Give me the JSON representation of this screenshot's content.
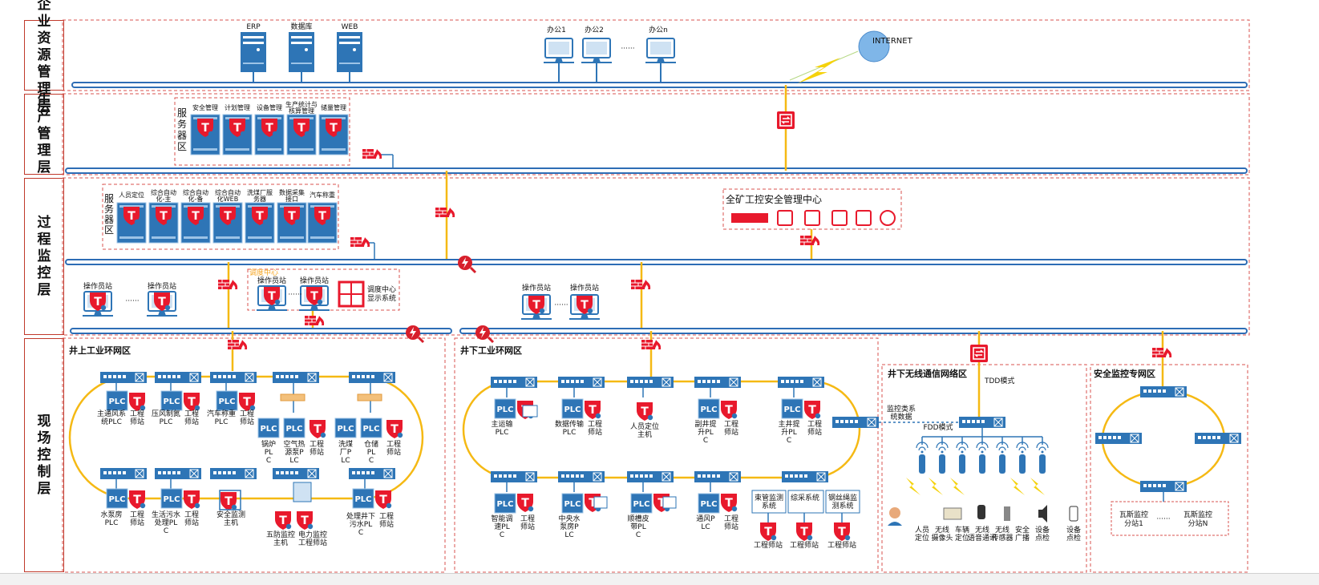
{
  "layers": [
    {
      "id": "enterprise",
      "label": "企业资源管理层"
    },
    {
      "id": "production",
      "label": "生产管理层"
    },
    {
      "id": "process",
      "label": "过程监控层"
    },
    {
      "id": "field",
      "label": "现场控制层"
    }
  ],
  "enterprise": {
    "servers": [
      "ERP",
      "数据库",
      "WEB"
    ],
    "offices": [
      "办公1",
      "办公2",
      "······",
      "办公n"
    ],
    "internet": "INTERNET"
  },
  "production": {
    "server_area": "服务器区",
    "servers": [
      "安全管理",
      "计划管理",
      "设备管理",
      "生产统计与核算管理",
      "储量管理"
    ]
  },
  "process": {
    "server_area": "服务器区",
    "servers": [
      "人员定位",
      "综合自动化-主",
      "综合自动化-备",
      "综合自动化WEB",
      "洗煤厂服务器",
      "数据采集接口",
      "汽车称重"
    ],
    "security_center": "全矿工控安全管理中心",
    "operator": "操作员站",
    "dots": "······",
    "dispatch_tag": "调度中心",
    "dispatch_display": "调度中心显示系统"
  },
  "field": {
    "surface_ring": "井上工业环网区",
    "surface_top": [
      {
        "a": "主通风系统PLC",
        "b": "工程师站"
      },
      {
        "a": "压风制氮PLC",
        "b": "工程师站"
      },
      {
        "a": "汽车称重PLC",
        "b": "工程师站"
      }
    ],
    "surface_mid": [
      {
        "a": "锅炉PLC",
        "b": "空气热源泵PLC",
        "c": "工程师站"
      },
      {
        "a": "洗煤厂PLC",
        "b": "仓储PLC",
        "c": "工程师站"
      }
    ],
    "surface_bottom": [
      {
        "a": "水泵房PLC",
        "b": "工程师站"
      },
      {
        "a": "生活污水处理PLC",
        "b": "工程师站"
      },
      {
        "a": "安全监测主机"
      },
      {
        "a": "五防监控主机",
        "b": "电力监控工程师站"
      },
      {
        "a": "处理井下污水PLC",
        "b": "工程师站"
      }
    ],
    "under_ring": "井下工业环网区",
    "under_top": [
      {
        "a": "主运输PLC"
      },
      {
        "a": "数据传输PLC",
        "b": "工程师站"
      },
      {
        "a": "人员定位主机"
      },
      {
        "a": "副井提升PLC",
        "b": "工程师站"
      },
      {
        "a": "主井提升PLC",
        "b": "工程师站"
      }
    ],
    "under_bottom": [
      {
        "a": "智能调速PLC",
        "b": "工程师站"
      },
      {
        "a": "中央水泵房PLC"
      },
      {
        "a": "顺槽皮带PLC"
      },
      {
        "a": "通风PLC",
        "b": "工程师站"
      }
    ],
    "under_systems": [
      "束管监测系统",
      "综采系统",
      "钢丝绳监测系统"
    ],
    "eng": "工程师站",
    "wireless": "井下无线通信网络区",
    "tdd": "TDD模式",
    "fdd": "FDD模式",
    "monitor_data": "监控类系统数据",
    "wireless_items": [
      "人员定位",
      "无线摄像头",
      "车辆定位",
      "无线语音通讯",
      "无线传感器",
      "安全广播",
      "设备点检"
    ],
    "safety": "安全监控专网区",
    "substation1": "瓦斯监控分站1",
    "substationN": "瓦斯监控分站N",
    "dots": "······"
  },
  "colors": {
    "ring": "#f5b914",
    "bus": "#2d6db5",
    "frame": "#d9534f",
    "shield": "#e8192c",
    "device": "#2e75b6"
  }
}
